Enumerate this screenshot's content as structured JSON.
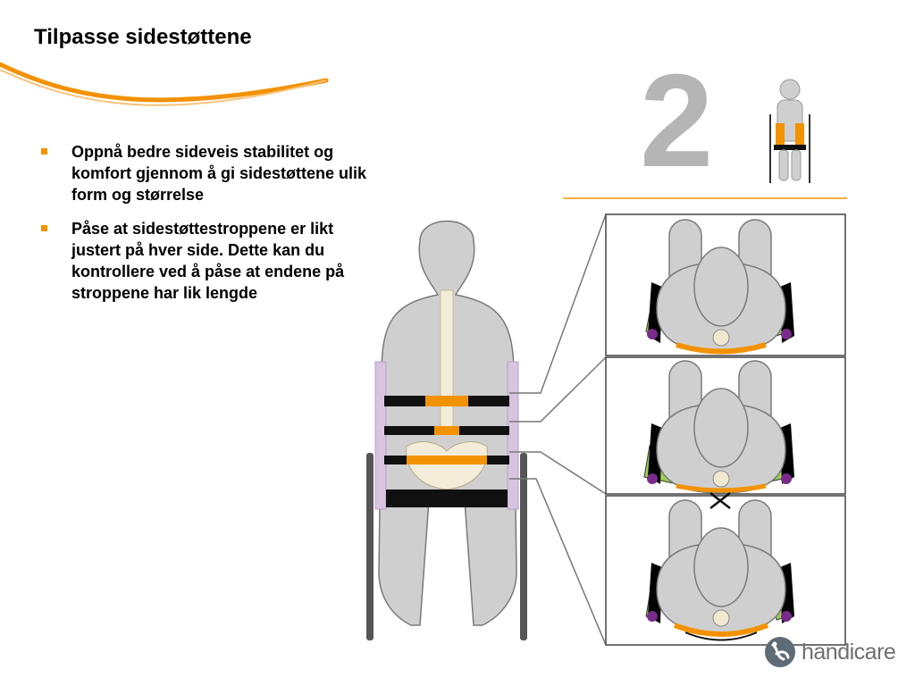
{
  "title": "Tilpasse sidestøttene",
  "bullets": [
    "Oppnå bedre sideveis stabilitet og komfort gjennom å gi sidestøttene ulik form og størrelse",
    "Påse at sidestøttestroppene er likt justert på hver side. Dette kan du kontrollere ved å påse at endene på stroppene har lik lengde"
  ],
  "step_number": "2",
  "logo_text": "handicare",
  "colors": {
    "accent": "#F39200",
    "body_gray": "#cfcfcf",
    "outline": "#7a7a7a",
    "strap": "#111111",
    "side_pad": "#d8c4e0",
    "wedge_green": "#9bd052",
    "knob_purple": "#7a2a8a",
    "number_gray": "#b5b5b5",
    "logo_gray": "#6f6f6f"
  },
  "icons": [
    "swoosh-icon",
    "seated-figure-icon",
    "wheelchair-back-icon",
    "top-view-icon",
    "handicare-logo-icon"
  ]
}
